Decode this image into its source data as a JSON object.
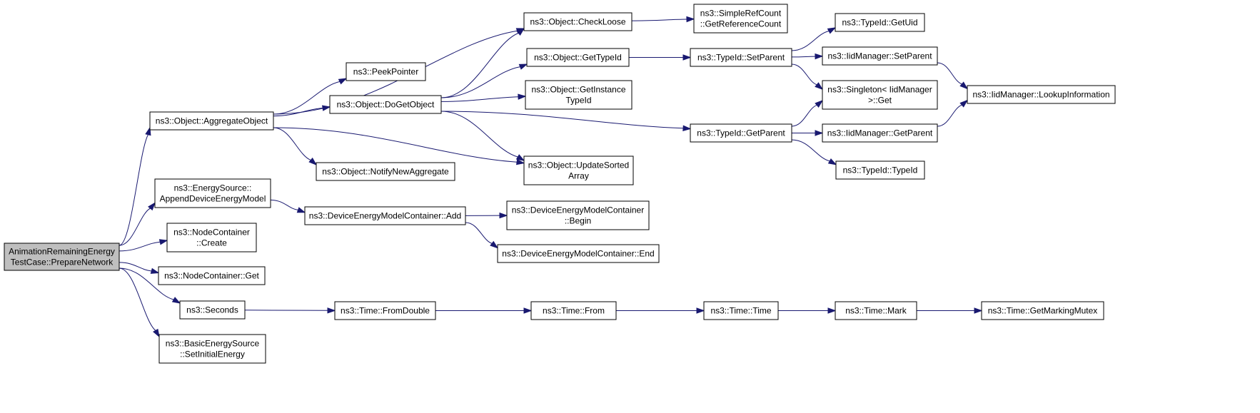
{
  "colors": {
    "edge": "#191970",
    "root_fill": "#bfbfbf",
    "node_fill": "#ffffff",
    "border": "#000000"
  },
  "nodes": [
    {
      "id": "root",
      "lines": [
        "AnimationRemainingEnergy",
        "TestCase::PrepareNetwork"
      ]
    },
    {
      "id": "aggregate",
      "lines": [
        "ns3::Object::AggregateObject"
      ]
    },
    {
      "id": "appenddev",
      "lines": [
        "ns3::EnergySource::",
        "AppendDeviceEnergyModel"
      ]
    },
    {
      "id": "nccreate",
      "lines": [
        "ns3::NodeContainer",
        "::Create"
      ]
    },
    {
      "id": "ncget",
      "lines": [
        "ns3::NodeContainer::Get"
      ]
    },
    {
      "id": "seconds",
      "lines": [
        "ns3::Seconds"
      ]
    },
    {
      "id": "setinitial",
      "lines": [
        "ns3::BasicEnergySource",
        "::SetInitialEnergy"
      ]
    },
    {
      "id": "peek",
      "lines": [
        "ns3::PeekPointer"
      ]
    },
    {
      "id": "dogetobject",
      "lines": [
        "ns3::Object::DoGetObject"
      ]
    },
    {
      "id": "notifynew",
      "lines": [
        "ns3::Object::NotifyNewAggregate"
      ]
    },
    {
      "id": "demcadd",
      "lines": [
        "ns3::DeviceEnergyModelContainer::Add"
      ]
    },
    {
      "id": "fromdouble",
      "lines": [
        "ns3::Time::FromDouble"
      ]
    },
    {
      "id": "checkloose",
      "lines": [
        "ns3::Object::CheckLoose"
      ]
    },
    {
      "id": "gettypeid",
      "lines": [
        "ns3::Object::GetTypeId"
      ]
    },
    {
      "id": "getinstancetypeid",
      "lines": [
        "ns3::Object::GetInstance",
        "TypeId"
      ]
    },
    {
      "id": "updatesorted",
      "lines": [
        "ns3::Object::UpdateSorted",
        "Array"
      ]
    },
    {
      "id": "demcbegin",
      "lines": [
        "ns3::DeviceEnergyModelContainer",
        "::Begin"
      ]
    },
    {
      "id": "demcend",
      "lines": [
        "ns3::DeviceEnergyModelContainer::End"
      ]
    },
    {
      "id": "timefrom",
      "lines": [
        "ns3::Time::From"
      ]
    },
    {
      "id": "simplerefcount",
      "lines": [
        "ns3::SimpleRefCount",
        "::GetReferenceCount"
      ]
    },
    {
      "id": "typeidsetparent",
      "lines": [
        "ns3::TypeId::SetParent"
      ]
    },
    {
      "id": "typeidgetparent",
      "lines": [
        "ns3::TypeId::GetParent"
      ]
    },
    {
      "id": "timetime",
      "lines": [
        "ns3::Time::Time"
      ]
    },
    {
      "id": "getuid",
      "lines": [
        "ns3::TypeId::GetUid"
      ]
    },
    {
      "id": "iidsetparent",
      "lines": [
        "ns3::IidManager::SetParent"
      ]
    },
    {
      "id": "singleton",
      "lines": [
        "ns3::Singleton< IidManager",
        " >::Get"
      ]
    },
    {
      "id": "iidgetparent",
      "lines": [
        "ns3::IidManager::GetParent"
      ]
    },
    {
      "id": "typeidtypeid",
      "lines": [
        "ns3::TypeId::TypeId"
      ]
    },
    {
      "id": "timemark",
      "lines": [
        "ns3::Time::Mark"
      ]
    },
    {
      "id": "lookupinfo",
      "lines": [
        "ns3::IidManager::LookupInformation"
      ]
    },
    {
      "id": "getmarkingmutex",
      "lines": [
        "ns3::Time::GetMarkingMutex"
      ]
    }
  ],
  "edges": [
    [
      "root",
      "aggregate"
    ],
    [
      "root",
      "appenddev"
    ],
    [
      "root",
      "nccreate"
    ],
    [
      "root",
      "ncget"
    ],
    [
      "root",
      "seconds"
    ],
    [
      "root",
      "setinitial"
    ],
    [
      "aggregate",
      "checkloose"
    ],
    [
      "aggregate",
      "peek"
    ],
    [
      "aggregate",
      "dogetobject"
    ],
    [
      "aggregate",
      "notifynew"
    ],
    [
      "aggregate",
      "updatesorted"
    ],
    [
      "dogetobject",
      "checkloose"
    ],
    [
      "dogetobject",
      "gettypeid"
    ],
    [
      "dogetobject",
      "getinstancetypeid"
    ],
    [
      "dogetobject",
      "updatesorted"
    ],
    [
      "dogetobject",
      "typeidgetparent"
    ],
    [
      "checkloose",
      "simplerefcount"
    ],
    [
      "gettypeid",
      "typeidsetparent"
    ],
    [
      "typeidsetparent",
      "getuid"
    ],
    [
      "typeidsetparent",
      "iidsetparent"
    ],
    [
      "typeidsetparent",
      "singleton"
    ],
    [
      "typeidgetparent",
      "singleton"
    ],
    [
      "typeidgetparent",
      "iidgetparent"
    ],
    [
      "typeidgetparent",
      "typeidtypeid"
    ],
    [
      "iidsetparent",
      "lookupinfo"
    ],
    [
      "iidgetparent",
      "lookupinfo"
    ],
    [
      "appenddev",
      "demcadd"
    ],
    [
      "demcadd",
      "demcbegin"
    ],
    [
      "demcadd",
      "demcend"
    ],
    [
      "seconds",
      "fromdouble"
    ],
    [
      "fromdouble",
      "timefrom"
    ],
    [
      "timefrom",
      "timetime"
    ],
    [
      "timetime",
      "timemark"
    ],
    [
      "timemark",
      "getmarkingmutex"
    ]
  ]
}
